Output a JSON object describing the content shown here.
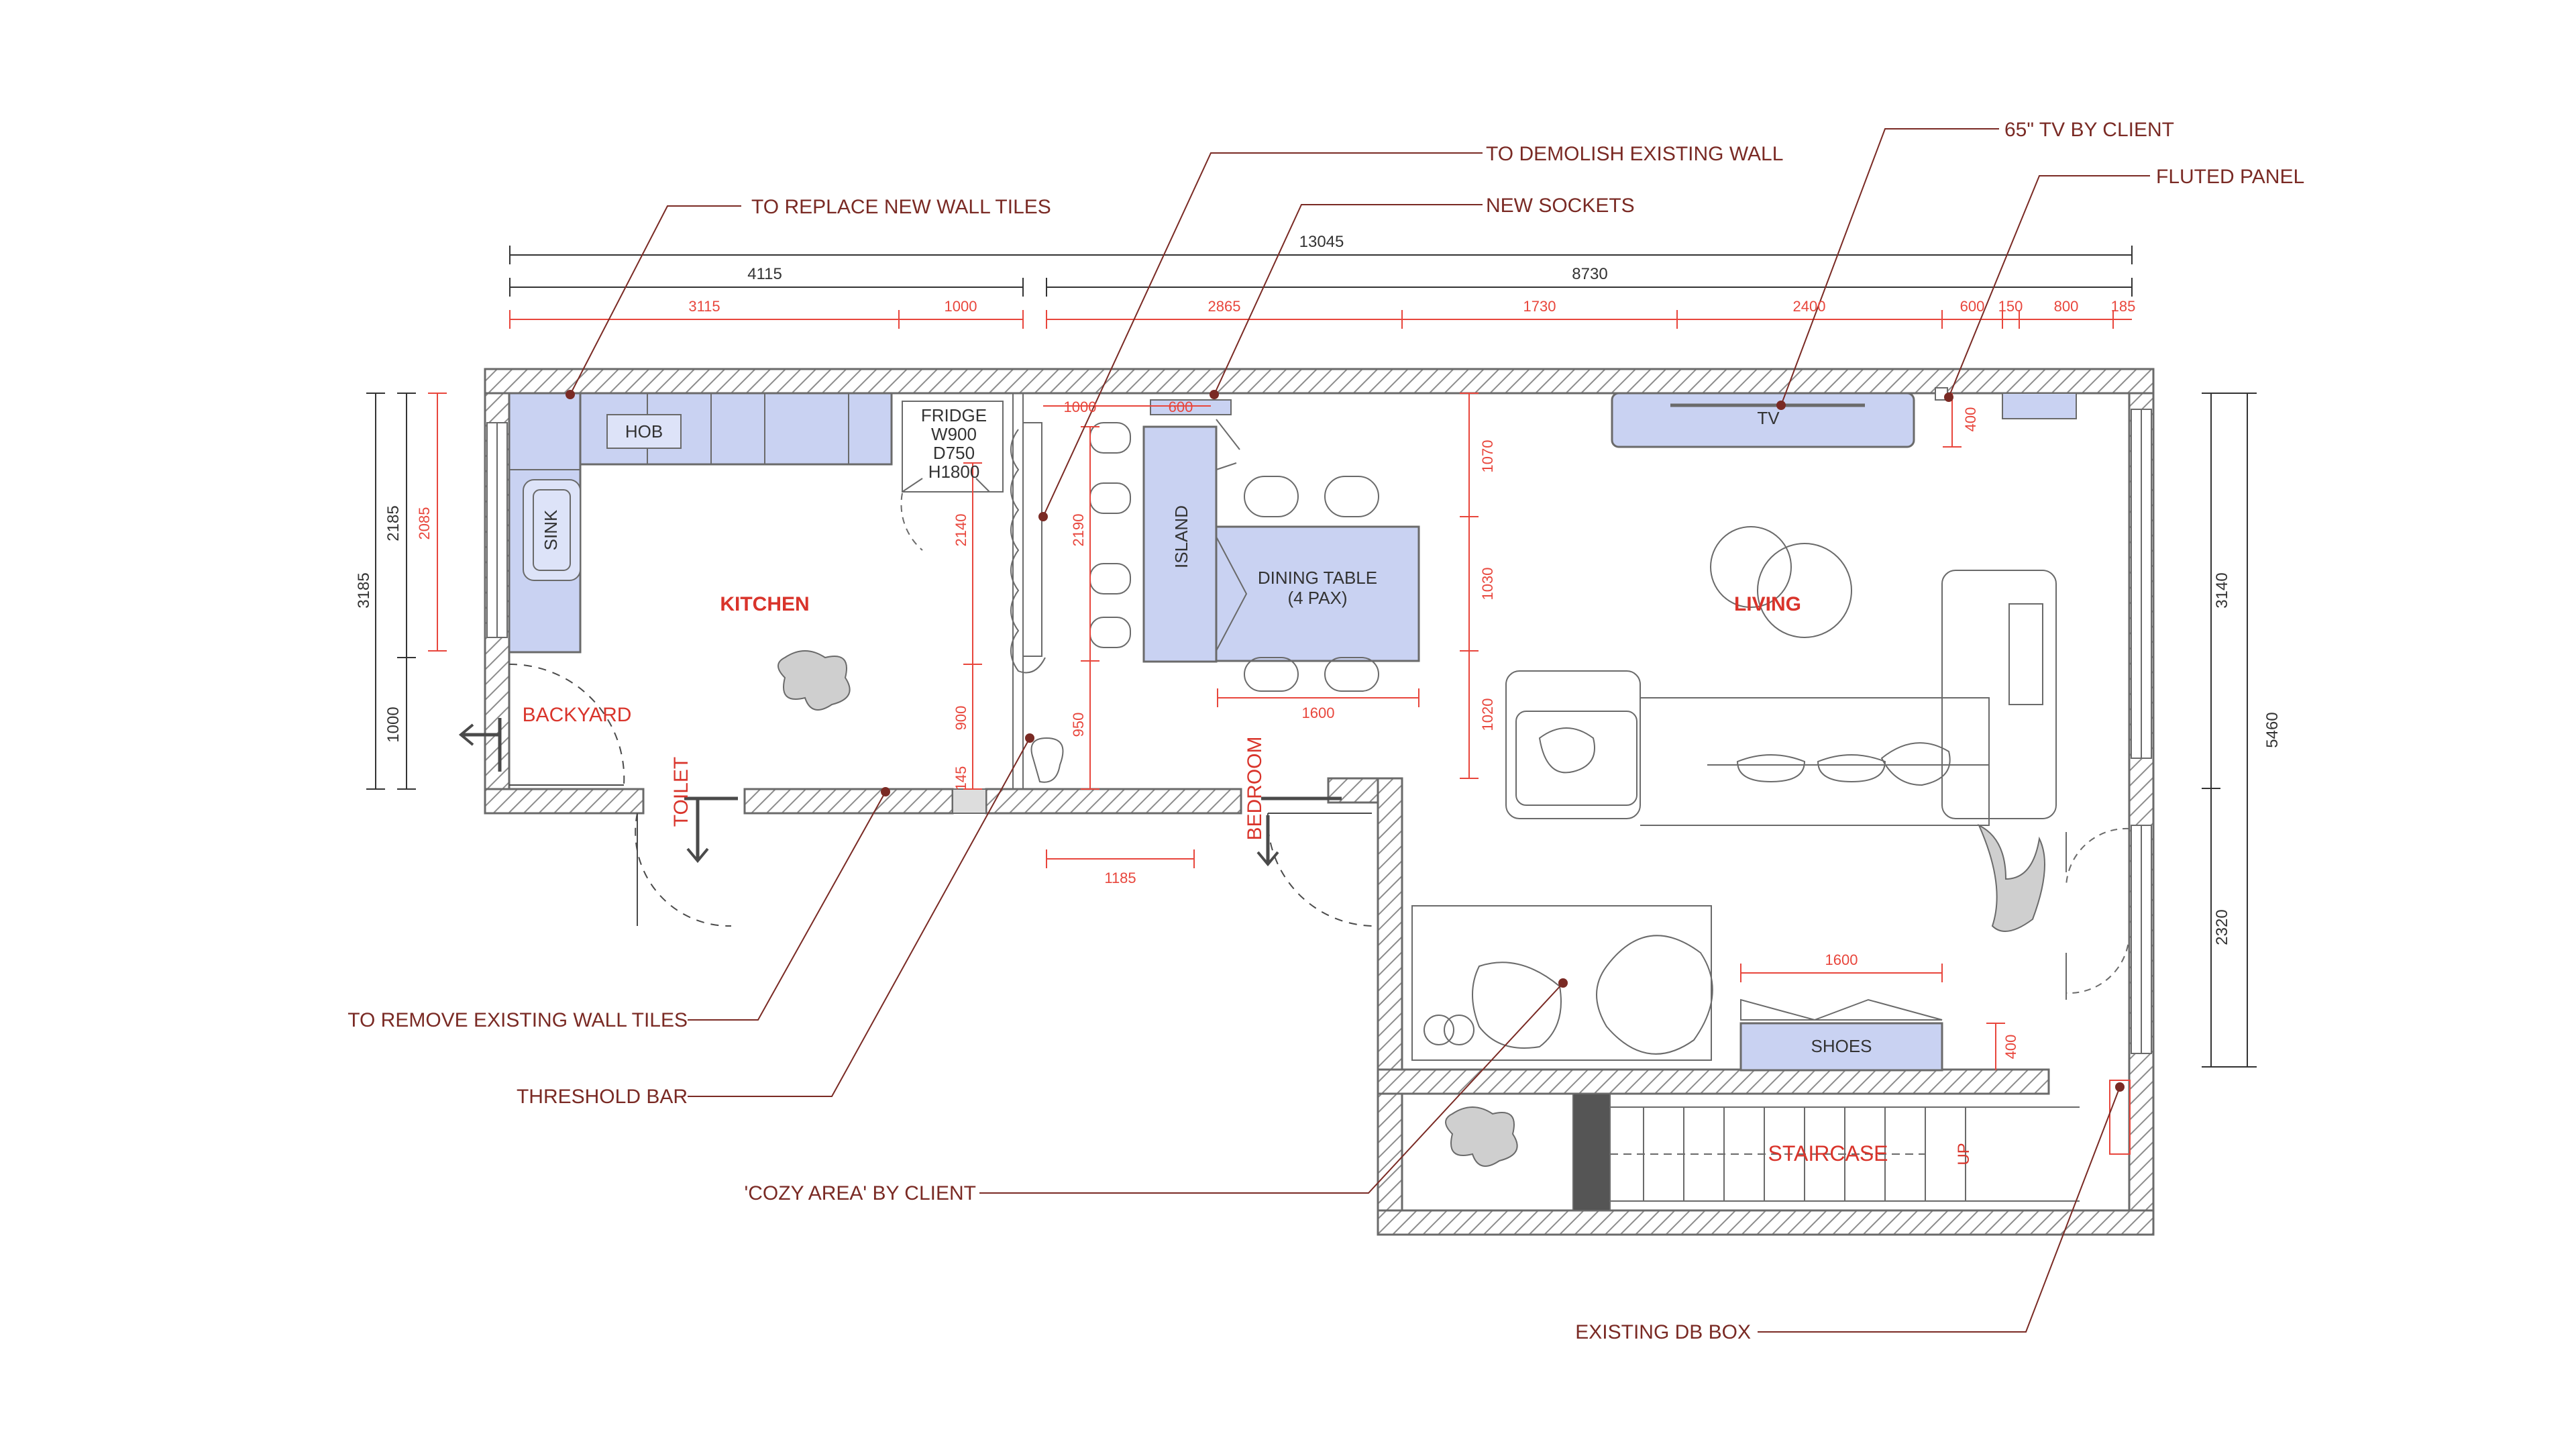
{
  "colors": {
    "wall_hatch": "#8c8c8c",
    "dim_red": "#e8463c",
    "leader_dark": "#7a2a24",
    "room_red": "#d9342b",
    "fill_blue": "#c9d2f2",
    "stroke_gray": "#6a6a6a",
    "dark_block": "#555555"
  },
  "dimensions": {
    "total_width": "13045",
    "left_span": "4115",
    "right_span": "8730",
    "d_3115": "3115",
    "d_1000_top": "1000",
    "d_2865": "2865",
    "d_1730": "1730",
    "d_2400": "2400",
    "d_600": "600",
    "d_150": "150",
    "d_800": "800",
    "d_185": "185",
    "left_outer": "3185",
    "left_mid": "2185",
    "left_inner": "2085",
    "left_lower": "1000",
    "right_total": "5460",
    "right_upper": "3140",
    "right_lower": "2320",
    "kitchen_wall": "2140",
    "island_depth": "2190",
    "d_900": "900",
    "d_950": "950",
    "d_145": "145",
    "d_1185": "1185",
    "d_1000_island": "1000",
    "d_600_island": "600",
    "d_1070": "1070",
    "d_1030": "1030",
    "d_1020": "1020",
    "d_1600_table": "1600",
    "d_1600_shoes": "1600",
    "d_400_tv": "400",
    "d_400_shoes": "400"
  },
  "rooms": {
    "kitchen": "KITCHEN",
    "living": "LIVING",
    "staircase": "STAIRCASE",
    "backyard": "BACKYARD",
    "toilet": "TOILET",
    "bedroom": "BEDROOM",
    "up": "UP"
  },
  "fixtures": {
    "hob": "HOB",
    "sink": "SINK",
    "fridge": [
      "FRIDGE",
      "W900",
      "D750",
      "H1800"
    ],
    "island": "ISLAND",
    "dining": [
      "DINING TABLE",
      "(4 PAX)"
    ],
    "tv": "TV",
    "shoes": "SHOES"
  },
  "annotations": {
    "replace_tiles": "TO REPLACE NEW WALL TILES",
    "demolish_wall": "TO DEMOLISH EXISTING WALL",
    "new_sockets": "NEW SOCKETS",
    "tv_by_client": "65\" TV BY CLIENT",
    "fluted_panel": "FLUTED PANEL",
    "remove_tiles": "TO REMOVE EXISTING WALL TILES",
    "threshold_bar": "THRESHOLD BAR",
    "cozy_area": "'COZY AREA' BY CLIENT",
    "db_box": "EXISTING DB BOX"
  }
}
